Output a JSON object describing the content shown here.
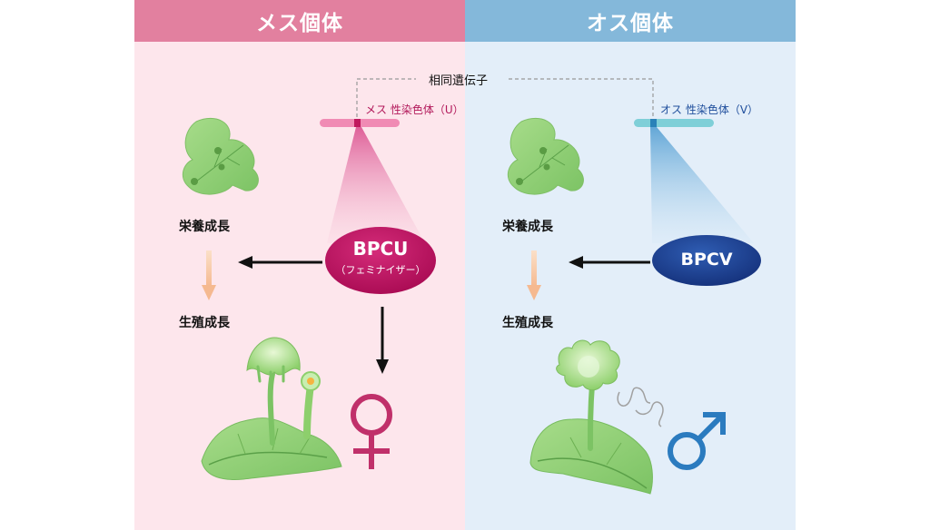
{
  "female": {
    "header": "メス個体",
    "chromosome": "メス 性染色体（U）",
    "gene": "BPCU",
    "gene_alias": "（フェミナイザー）",
    "stage_vegetative": "栄養成長",
    "stage_reproductive": "生殖成長",
    "sex_symbol": "♀",
    "colors": {
      "header": "#e2809f",
      "background": "#fde6ec",
      "ellipse": "#b8105a",
      "symbol": "#c0306a"
    }
  },
  "male": {
    "header": "オス個体",
    "chromosome": "オス 性染色体（V）",
    "gene": "BPCV",
    "stage_vegetative": "栄養成長",
    "stage_reproductive": "生殖成長",
    "sex_symbol": "♂",
    "colors": {
      "header": "#84b8da",
      "background": "#e3eef9",
      "ellipse": "#1a3c8f",
      "symbol": "#2b7bbf"
    }
  },
  "homologous_label": "相同遺伝子",
  "icons": [
    "thallus-icon",
    "archegoniophore-icon",
    "antheridiophore-icon",
    "sperm-icon",
    "female-symbol-icon",
    "male-symbol-icon"
  ]
}
